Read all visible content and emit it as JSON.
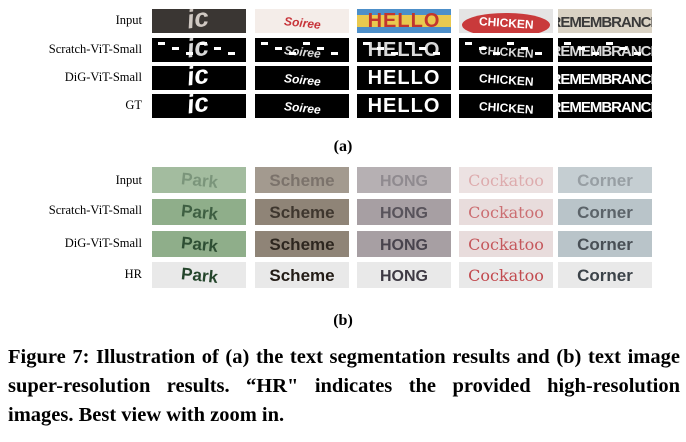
{
  "panel_a": {
    "rows": [
      "Input",
      "Scratch-ViT-Small",
      "DiG-ViT-Small",
      "GT"
    ],
    "words": [
      "ic",
      "Soiree",
      "HELLO",
      "CHICKEN",
      "REMEMBRANCE"
    ],
    "label": "(a)"
  },
  "panel_b": {
    "rows": [
      "Input",
      "Scratch-ViT-Small",
      "DiG-ViT-Small",
      "HR"
    ],
    "words": [
      "Park",
      "Scheme",
      "HONG",
      "Cockatoo",
      "Corner"
    ],
    "label": "(b)"
  },
  "caption": "Figure 7: Illustration of (a) the text segmentation results and (b) text image super-resolution results. “HR\" indicates the provided high-resolution images. Best view with zoom in."
}
